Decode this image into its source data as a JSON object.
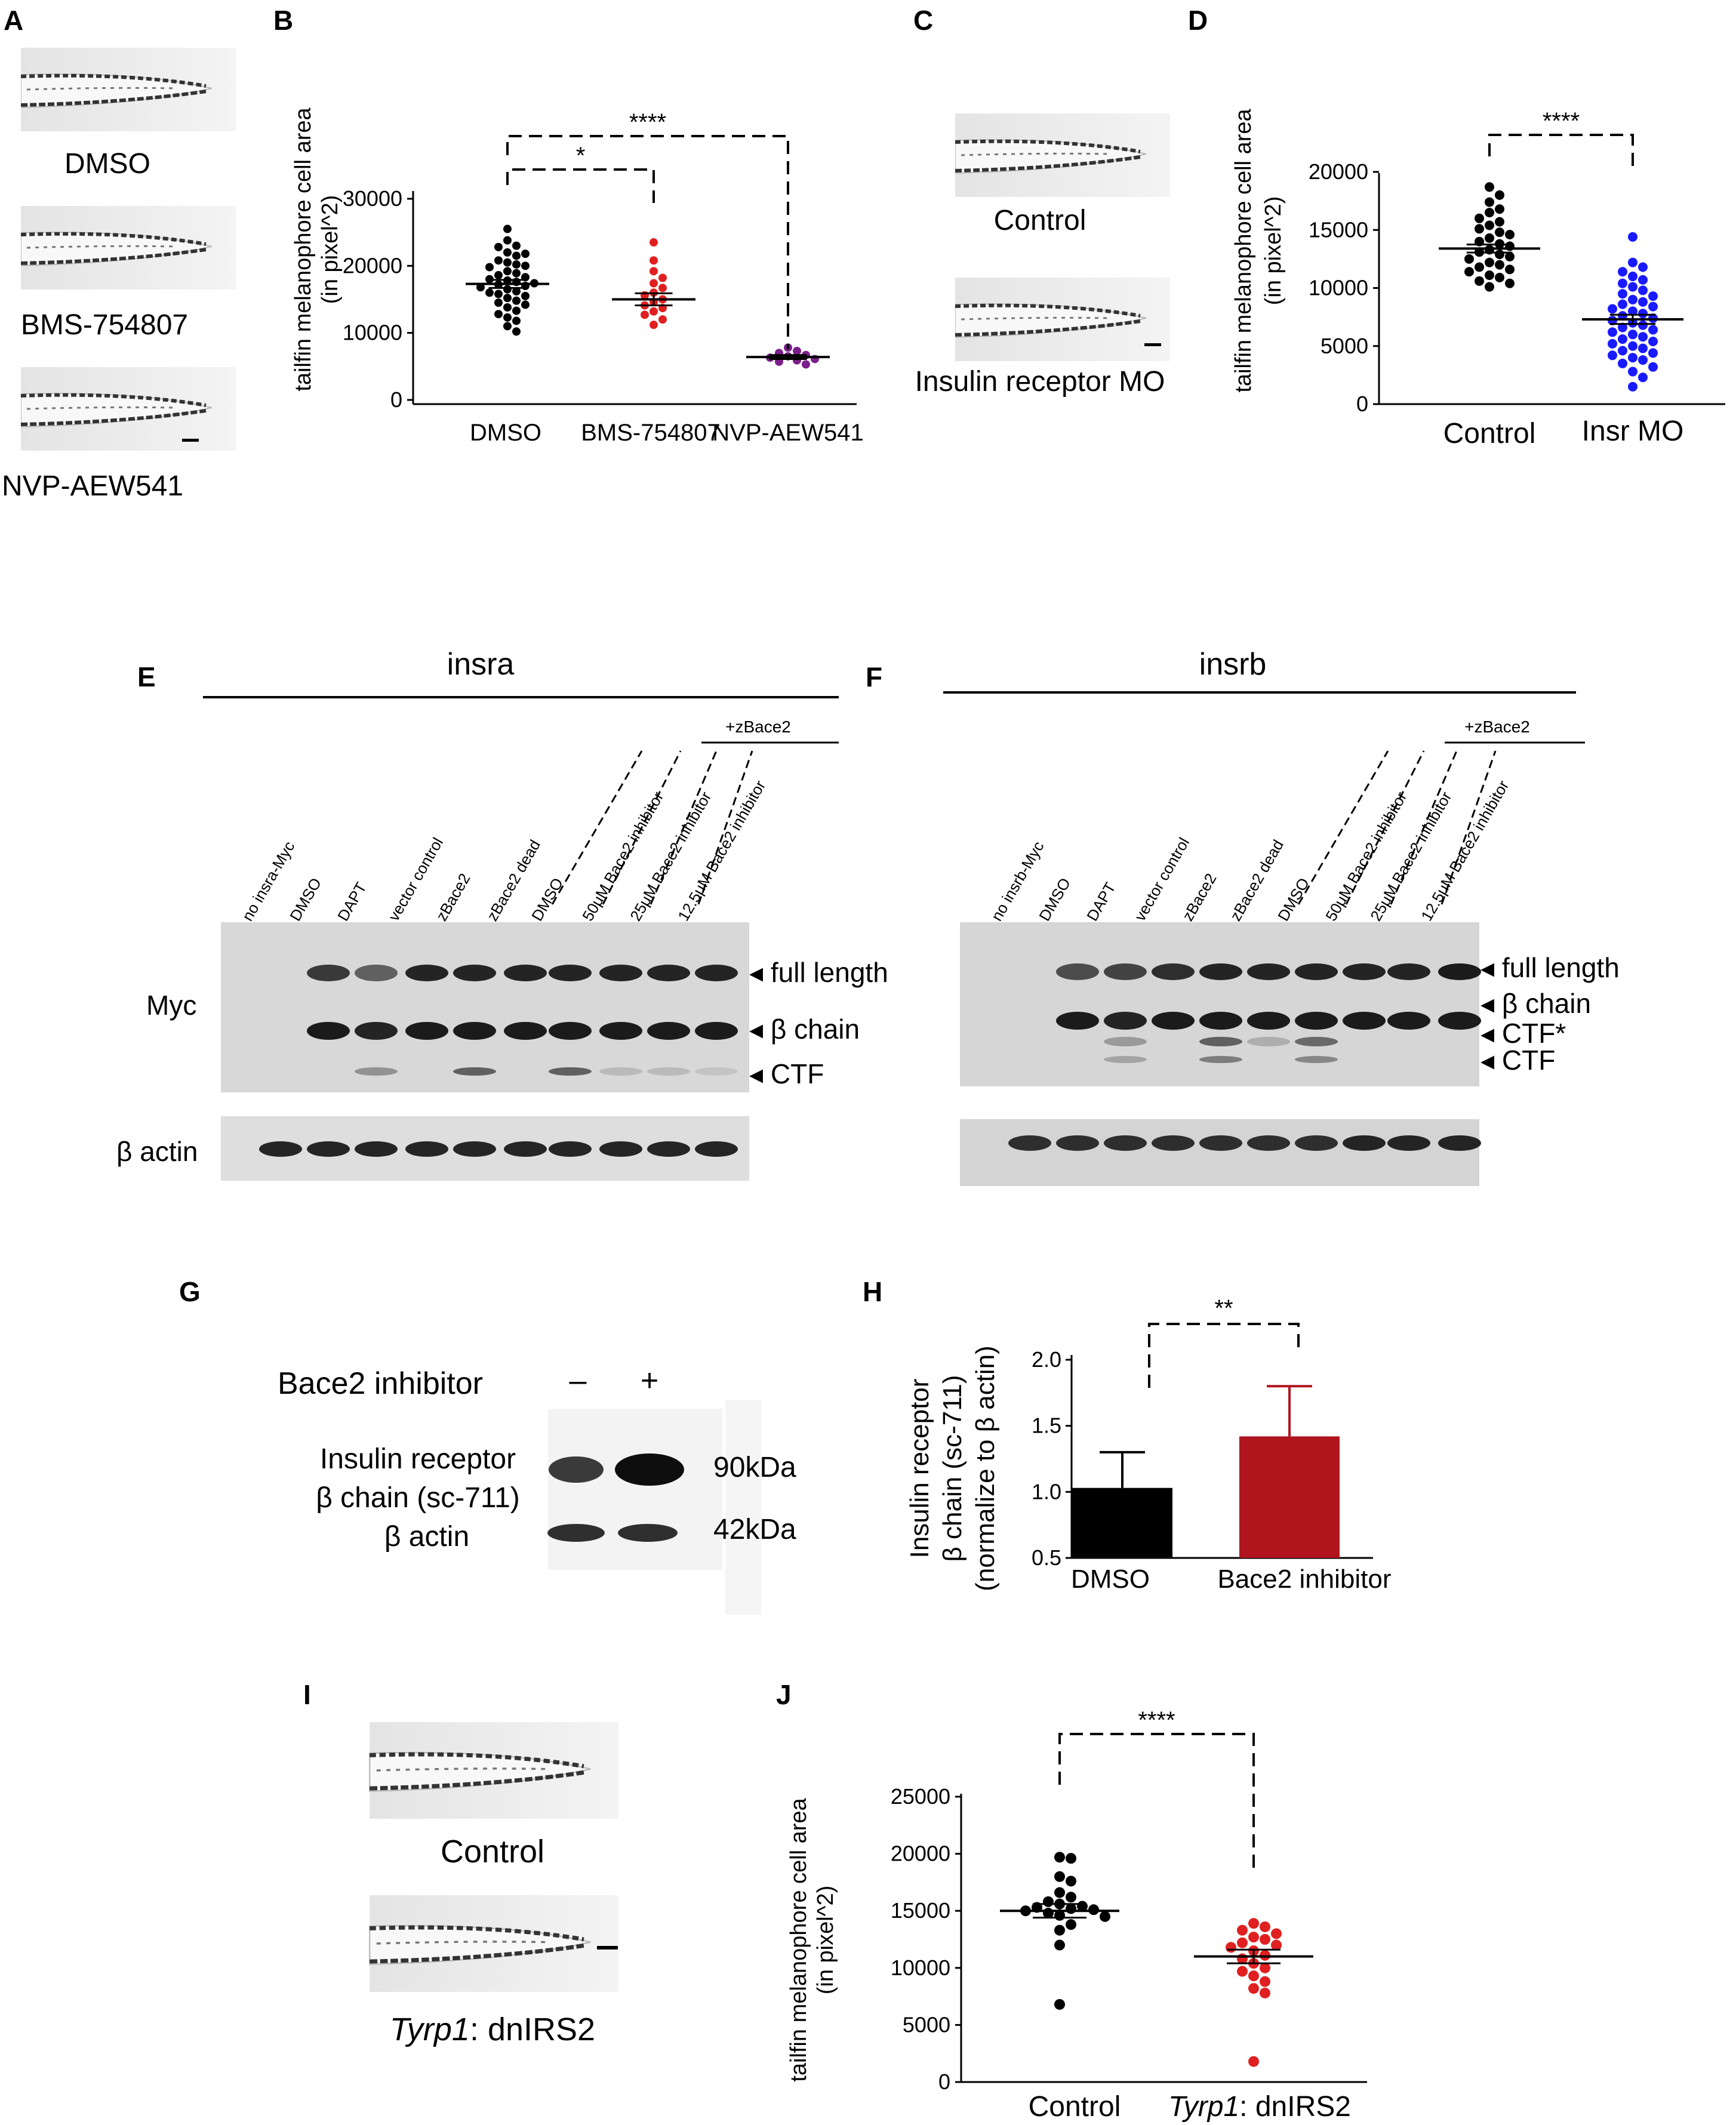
{
  "figure": {
    "panel_letters": [
      "A",
      "B",
      "C",
      "D",
      "E",
      "F",
      "G",
      "H",
      "I",
      "J"
    ],
    "panel_A": {
      "labels": [
        "DMSO",
        "BMS-754807",
        "NVP-AEW541"
      ]
    },
    "panel_C": {
      "labels": [
        "Control",
        "Insulin receptor MO"
      ]
    },
    "panel_E": {
      "title": "insra",
      "lanes": [
        "no insra-Myc",
        "DMSO",
        "DAPT",
        "vector control",
        "zBace2",
        "zBace2 dead",
        "DMSO",
        "50μM Bace2 inhibitor",
        "25μM Bace2 inhibitor",
        "12.5μM Bace2 inhibitor"
      ],
      "bracket": "+zBace2",
      "row_labels": [
        "Myc",
        "β actin"
      ],
      "bands": [
        "full length",
        "β chain",
        "CTF"
      ]
    },
    "panel_F": {
      "title": "insrb",
      "lanes": [
        "no insrb-Myc",
        "DMSO",
        "DAPT",
        "vector control",
        "zBace2",
        "zBace2 dead",
        "DMSO",
        "50μM Bace2 inhibitor",
        "25μM Bace2 inhibitor",
        "12.5μM Bace2 inhibitor"
      ],
      "bracket": "+zBace2",
      "bands": [
        "full length",
        "β chain",
        "CTF*",
        "CTF"
      ]
    },
    "panel_G": {
      "treatment": "Bace2 inhibitor",
      "minus": "–",
      "plus": "+",
      "row1_line1": "Insulin receptor",
      "row1_line2": "β chain (sc-711)",
      "row2": "β actin",
      "mw1": "90kDa",
      "mw2": "42kDa"
    },
    "panel_I": {
      "labels": [
        "Control"
      ],
      "label2_italic": "Tyrp1",
      "label2_rest": ": dnIRS2"
    }
  },
  "chart_data": [
    {
      "panel": "B",
      "type": "scatter",
      "ylabel": "tailfin melanophore cell area (in pixel^2)",
      "ylim": [
        0,
        30000
      ],
      "yticks": [
        0,
        10000,
        20000,
        30000
      ],
      "categories": [
        "DMSO",
        "BMS-754807",
        "NVP-AEW541"
      ],
      "series": [
        {
          "name": "DMSO",
          "color": "#000000",
          "mean": 17300,
          "sem": 600,
          "values": [
            25500,
            23800,
            23000,
            22800,
            22000,
            21800,
            21500,
            20800,
            20500,
            20200,
            20000,
            19800,
            19200,
            18900,
            18600,
            18300,
            18000,
            17800,
            17600,
            17400,
            17200,
            17000,
            16800,
            16500,
            16200,
            16000,
            15800,
            15500,
            15200,
            14800,
            14500,
            14200,
            13800,
            13300,
            12800,
            12300,
            11800,
            11000,
            10200
          ]
        },
        {
          "name": "BMS-754807",
          "color": "#e02020",
          "mean": 15000,
          "sem": 900,
          "values": [
            23500,
            20800,
            19200,
            18200,
            17400,
            16700,
            16000,
            15600,
            15000,
            14600,
            14100,
            13700,
            13200,
            12700,
            12000,
            11200
          ]
        },
        {
          "name": "NVP-AEW541",
          "color": "#7b1f8a",
          "mean": 6400,
          "sem": 300,
          "values": [
            7800,
            7300,
            7000,
            6700,
            6500,
            6300,
            6100,
            5900,
            5700,
            5300
          ]
        }
      ],
      "significance": [
        {
          "between": [
            "DMSO",
            "BMS-754807"
          ],
          "label": "*"
        },
        {
          "between": [
            "DMSO",
            "NVP-AEW541"
          ],
          "label": "****"
        }
      ]
    },
    {
      "panel": "D",
      "type": "scatter",
      "ylabel": "tailfin melanophore cell area (in pixel^2)",
      "ylim": [
        0,
        20000
      ],
      "yticks": [
        0,
        5000,
        10000,
        15000,
        20000
      ],
      "categories": [
        "Control",
        "Insr MO"
      ],
      "series": [
        {
          "name": "Control",
          "color": "#000000",
          "mean": 13400,
          "sem": 350,
          "values": [
            18700,
            18000,
            17400,
            16800,
            16500,
            16000,
            15700,
            15400,
            15100,
            14800,
            14600,
            14300,
            14000,
            13800,
            13600,
            13300,
            13100,
            12900,
            12700,
            12500,
            12200,
            12000,
            11800,
            11600,
            11400,
            11100,
            10900,
            10600,
            10400,
            10100
          ]
        },
        {
          "name": "Insr MO",
          "color": "#1a1aff",
          "mean": 7300,
          "sem": 400,
          "values": [
            14400,
            12200,
            11800,
            11400,
            11000,
            10700,
            10400,
            10100,
            9800,
            9500,
            9300,
            9000,
            8800,
            8600,
            8400,
            8200,
            8000,
            7800,
            7600,
            7400,
            7200,
            7000,
            6800,
            6600,
            6400,
            6200,
            6000,
            5800,
            5600,
            5400,
            5200,
            5000,
            4800,
            4600,
            4400,
            4200,
            4000,
            3800,
            3500,
            3200,
            2800,
            2300,
            1500
          ]
        }
      ],
      "significance": [
        {
          "between": [
            "Control",
            "Insr MO"
          ],
          "label": "****"
        }
      ]
    },
    {
      "panel": "H",
      "type": "bar",
      "ylabel_lines": [
        "Insulin receptor",
        "β chain (sc-711)",
        "(normalize to β actin)"
      ],
      "ylim": [
        0.5,
        2.0
      ],
      "yticks": [
        0.5,
        1.0,
        1.5,
        2.0
      ],
      "categories": [
        "DMSO",
        "Bace2 inhibitor"
      ],
      "values": [
        1.03,
        1.42
      ],
      "errors": [
        0.27,
        0.38
      ],
      "colors": [
        "#000000",
        "#b0151e"
      ],
      "significance": [
        {
          "between": [
            "DMSO",
            "Bace2 inhibitor"
          ],
          "label": "**"
        }
      ]
    },
    {
      "panel": "J",
      "type": "scatter",
      "ylabel": "tailfin melanophore cell area (in pixel^2)",
      "ylim": [
        0,
        25000
      ],
      "yticks": [
        0,
        5000,
        10000,
        15000,
        20000,
        25000
      ],
      "categories": [
        "Control",
        "Tyrp1: dnIRS2"
      ],
      "category_italic_prefix": [
        "",
        "Tyrp1"
      ],
      "series": [
        {
          "name": "Control",
          "color": "#000000",
          "mean": 15000,
          "sem": 600,
          "values": [
            19700,
            19600,
            18000,
            17600,
            16600,
            16200,
            15800,
            15600,
            15400,
            15300,
            15200,
            15100,
            15000,
            14800,
            14600,
            14500,
            13800,
            13300,
            12000,
            6800
          ]
        },
        {
          "name": "Tyrp1: dnIRS2",
          "color": "#e02020",
          "mean": 11000,
          "sem": 600,
          "values": [
            13900,
            13600,
            13300,
            13000,
            12700,
            12500,
            12200,
            12000,
            11800,
            11500,
            11100,
            10800,
            10400,
            10000,
            9700,
            9300,
            8800,
            8200,
            7800,
            1800
          ]
        }
      ],
      "significance": [
        {
          "between": [
            "Control",
            "Tyrp1: dnIRS2"
          ],
          "label": "****"
        }
      ]
    }
  ]
}
